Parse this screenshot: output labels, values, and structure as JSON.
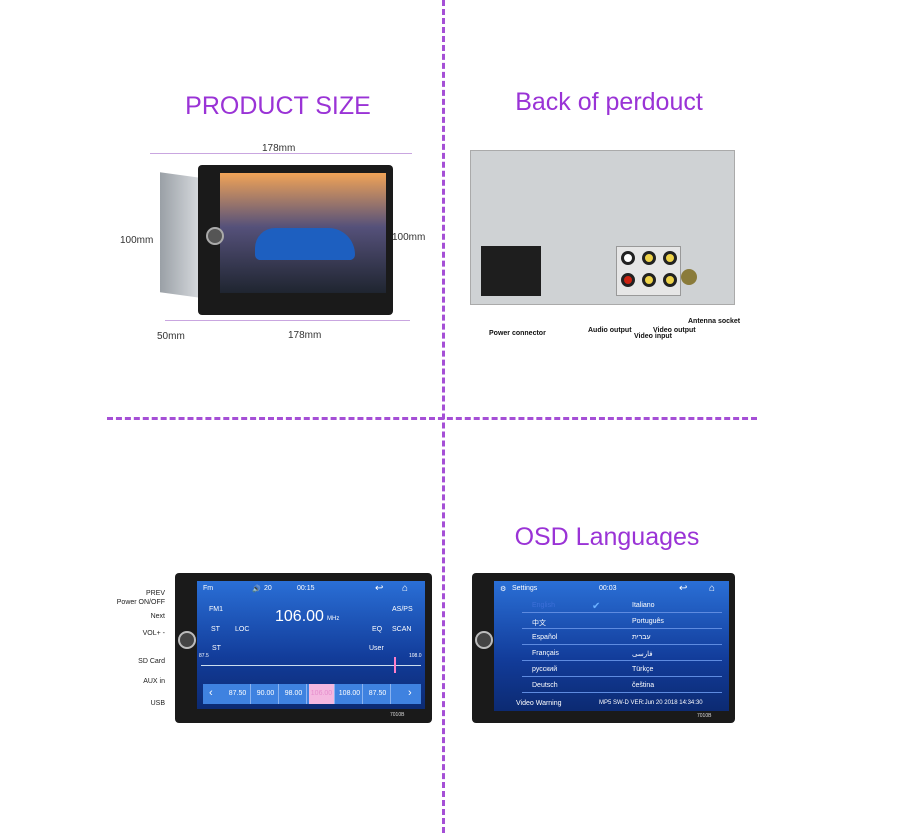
{
  "titles": {
    "size": "PRODUCT SIZE",
    "back": "Back of perdouct",
    "osd": "OSD Languages"
  },
  "dimensions": {
    "top_width": "178mm",
    "left_height": "100mm",
    "right_height": "100mm",
    "depth": "50mm",
    "bottom_width": "178mm"
  },
  "back_callouts": {
    "power": "Power connector",
    "audio": "Audio output",
    "video_in": "Video input",
    "video_out": "Video output",
    "antenna": "Antenna socket"
  },
  "radio": {
    "side_labels": [
      "PREV",
      "Power ON/OFF",
      "Next",
      "VOL+ -",
      "SD Card",
      "AUX in",
      "USB"
    ],
    "header": {
      "source": "Fm",
      "volume": "20",
      "time": "00:15"
    },
    "band": "FM1",
    "st": "ST",
    "loc": "LOC",
    "frequency": "106.00",
    "unit": "MHz",
    "asps": "AS/PS",
    "eq": "EQ",
    "scan": "SCAN",
    "scale_st": "ST",
    "scale_user": "User",
    "scale_min": "87.5",
    "scale_max": "108.0",
    "presets": [
      "87.50",
      "90.00",
      "98.00",
      "106.00",
      "108.00",
      "87.50"
    ],
    "selected_preset": 3,
    "model": "7010B"
  },
  "osd": {
    "header": {
      "title": "Settings",
      "time": "00:03"
    },
    "languages_left": [
      "English",
      "中文",
      "Español",
      "Français",
      "русский",
      "Deutsch"
    ],
    "languages_right": [
      "Italiano",
      "Português",
      "עברית",
      "فارسی",
      "Türkçe",
      "čeština"
    ],
    "footer_left": "Video Warning",
    "footer_right": "MP5 SW-D VER:Jun 20 2018 14:34:30",
    "model": "7010B"
  },
  "colors": {
    "accent": "#9a33d6",
    "screen": "#1f5cc4"
  }
}
